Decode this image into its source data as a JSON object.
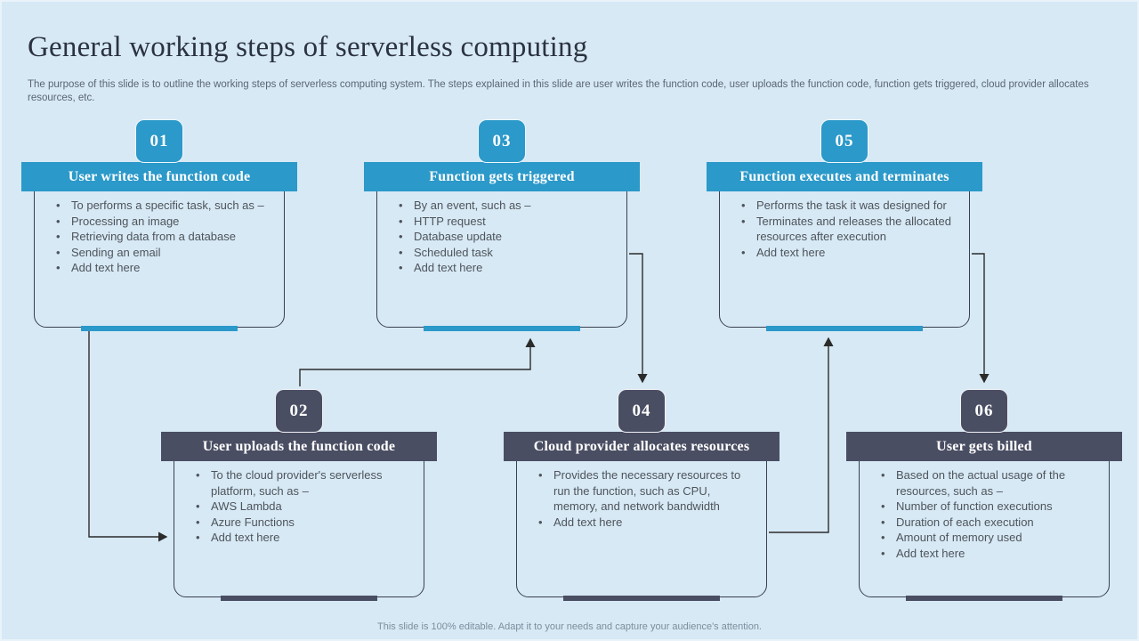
{
  "slide": {
    "title": "General working steps of serverless computing",
    "subtitle": "The purpose of this slide is to outline the working steps of serverless computing system. The steps explained in this slide are user writes the function code, user uploads the function code, function gets triggered, cloud provider allocates resources, etc.",
    "footer": "This slide is 100% editable. Adapt it to your needs and capture your audience's attention."
  },
  "colors": {
    "background": "#D7E9F5",
    "blue": "#2B99C9",
    "dark": "#4A4E63",
    "arrow": "#2B2B2B",
    "title_text": "#2B3240",
    "body_text": "#4E545B",
    "muted_text": "#5A6672",
    "footer_text": "#7C8E9C",
    "box_border": "#39404F",
    "header_text": "#FFFFFF"
  },
  "steps": [
    {
      "number": "01",
      "title": "User writes the function code",
      "theme": "blue",
      "bullets": [
        "To performs a specific task, such as –",
        "Processing an image",
        "Retrieving data from a database",
        "Sending an email",
        "Add text here"
      ]
    },
    {
      "number": "02",
      "title": "User uploads the function code",
      "theme": "dark",
      "bullets": [
        "To the cloud provider's serverless platform, such as –",
        "AWS Lambda",
        "Azure Functions",
        "Add text here"
      ]
    },
    {
      "number": "03",
      "title": "Function gets triggered",
      "theme": "blue",
      "bullets": [
        "By an event, such as –",
        "HTTP request",
        "Database update",
        "Scheduled task",
        "Add text here"
      ]
    },
    {
      "number": "04",
      "title": "Cloud provider allocates resources",
      "theme": "dark",
      "bullets": [
        "Provides the necessary resources to run the function, such as CPU, memory, and network bandwidth",
        "Add text here"
      ]
    },
    {
      "number": "05",
      "title": "Function executes and terminates",
      "theme": "blue",
      "bullets": [
        "Performs the task it was designed for",
        "Terminates and releases the allocated resources after execution",
        "Add text here"
      ]
    },
    {
      "number": "06",
      "title": "User gets billed",
      "theme": "dark",
      "bullets": [
        "Based on the actual usage of the resources, such as –",
        "Number of function executions",
        "Duration of each execution",
        "Amount of memory used",
        "Add text here"
      ]
    }
  ]
}
